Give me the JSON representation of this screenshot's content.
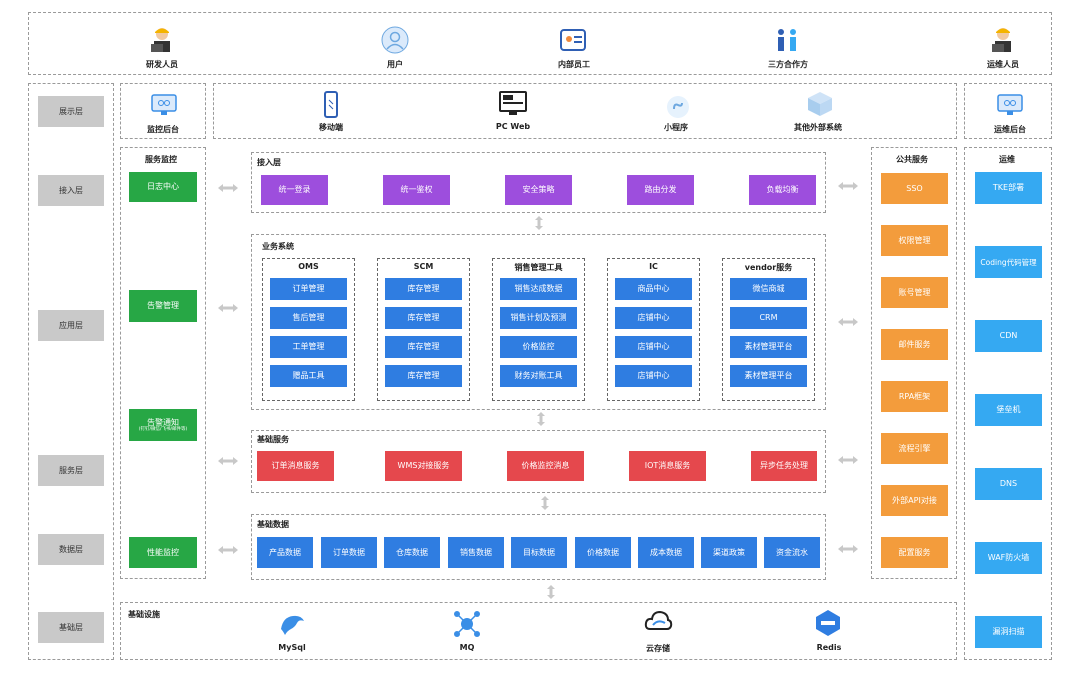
{
  "actors": [
    "研发人员",
    "用户",
    "内部员工",
    "三方合作方",
    "运维人员"
  ],
  "layers": [
    "展示层",
    "接入层",
    "应用层",
    "服务层",
    "数据层",
    "基础层"
  ],
  "presentation": {
    "left": "监控后台",
    "items": [
      "移动端",
      "PC Web",
      "小程序",
      "其他外部系统"
    ],
    "right": "运维后台"
  },
  "monitoring": {
    "title": "服务监控",
    "items": [
      "日志中心",
      "告警管理",
      "告警通知",
      "性能监控"
    ],
    "notify_sub": "(钉钉/微信/飞书/邮件等)"
  },
  "access": {
    "title": "接入层",
    "items": [
      "统一登录",
      "统一鉴权",
      "安全策略",
      "路由分发",
      "负载均衡"
    ]
  },
  "business": {
    "title": "业务系统",
    "groups": [
      {
        "name": "OMS",
        "items": [
          "订单管理",
          "售后管理",
          "工单管理",
          "赠品工具"
        ]
      },
      {
        "name": "SCM",
        "items": [
          "库存管理",
          "库存管理",
          "库存管理",
          "库存管理"
        ]
      },
      {
        "name": "销售管理工具",
        "items": [
          "销售达成数据",
          "销售计划及预测",
          "价格监控",
          "财务对账工具"
        ]
      },
      {
        "name": "IC",
        "items": [
          "商品中心",
          "店铺中心",
          "店铺中心",
          "店铺中心"
        ]
      },
      {
        "name": "vendor服务",
        "items": [
          "微信商城",
          "CRM",
          "素材管理平台",
          "素材管理平台"
        ]
      }
    ]
  },
  "base_services": {
    "title": "基础服务",
    "items": [
      "订单消息服务",
      "WMS对接服务",
      "价格监控消息",
      "IOT消息服务",
      "异步任务处理"
    ]
  },
  "base_data": {
    "title": "基础数据",
    "items": [
      "产品数据",
      "订单数据",
      "仓库数据",
      "销售数据",
      "目标数据",
      "价格数据",
      "成本数据",
      "渠道政策",
      "资金流水"
    ]
  },
  "public_services": {
    "title": "公共服务",
    "items": [
      "SSO",
      "权限管理",
      "账号管理",
      "邮件服务",
      "RPA框架",
      "流程引擎",
      "外部API对接",
      "配置服务"
    ]
  },
  "ops": {
    "title": "运维",
    "items": [
      "TKE部署",
      "Coding代码管理",
      "CDN",
      "堡垒机",
      "DNS",
      "WAF防火墙",
      "漏洞扫描"
    ]
  },
  "infra": {
    "title": "基础设施",
    "items": [
      "MySql",
      "MQ",
      "云存储",
      "Redis"
    ]
  },
  "colors": {
    "green": "#27a745",
    "purple": "#9d4edd",
    "blue": "#2f7de1",
    "red": "#e5484d",
    "orange": "#f39c3c",
    "cyan": "#35a9f2",
    "layer_gray": "#c9c9c9"
  }
}
